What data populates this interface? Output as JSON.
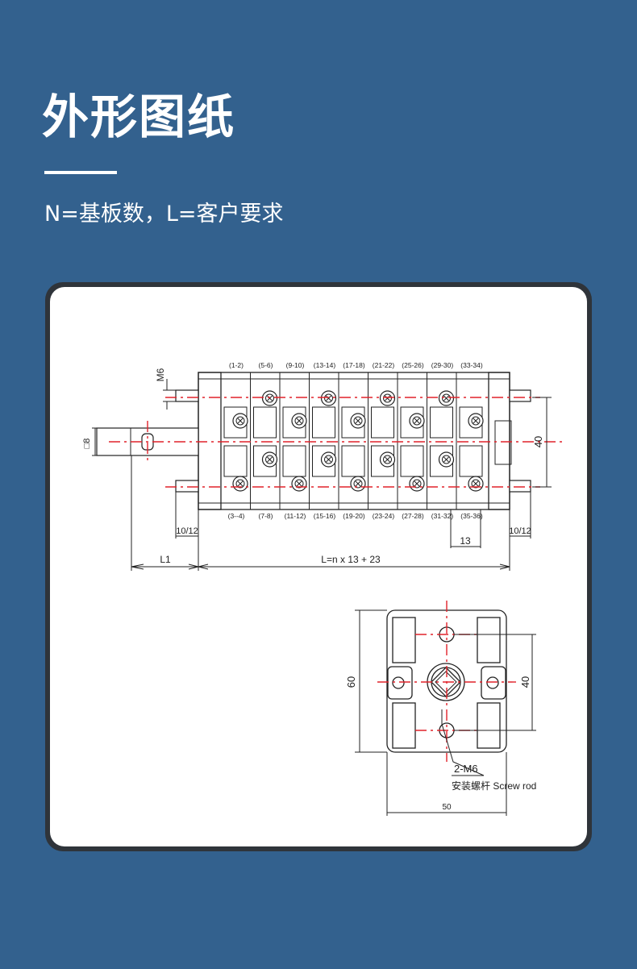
{
  "header": {
    "title": "外形图纸",
    "subtitle": "N=基板数，L=客户要求"
  },
  "drawing": {
    "top_labels": [
      "(1-2)",
      "(5-6)",
      "(9-10)",
      "(13-14)",
      "(17-18)",
      "(21-22)",
      "(25-26)",
      "(29-30)",
      "(33-34)"
    ],
    "bottom_labels": [
      "(3--4)",
      "(7-8)",
      "(11-12)",
      "(15-16)",
      "(19-20)",
      "(23-24)",
      "(27-28)",
      "(31-32)",
      "(35-36)"
    ],
    "dim_m6": "M6",
    "dim_square": "□8",
    "dim_40_side": "40",
    "dim_10_12_left": "10/12",
    "dim_10_12_right": "10/12",
    "dim_13": "13",
    "dim_l1": "L1",
    "dim_length": "L=n x 13 + 23",
    "dim_60": "60",
    "dim_40_end": "40",
    "dim_50": "50",
    "screw_label": "2-M6",
    "screw_desc": "安装螺杆 Screw rod"
  },
  "colors": {
    "background": "#33618e",
    "panel": "#ffffff",
    "panel_border": "#2f343a",
    "centerline": "#e0222a"
  }
}
